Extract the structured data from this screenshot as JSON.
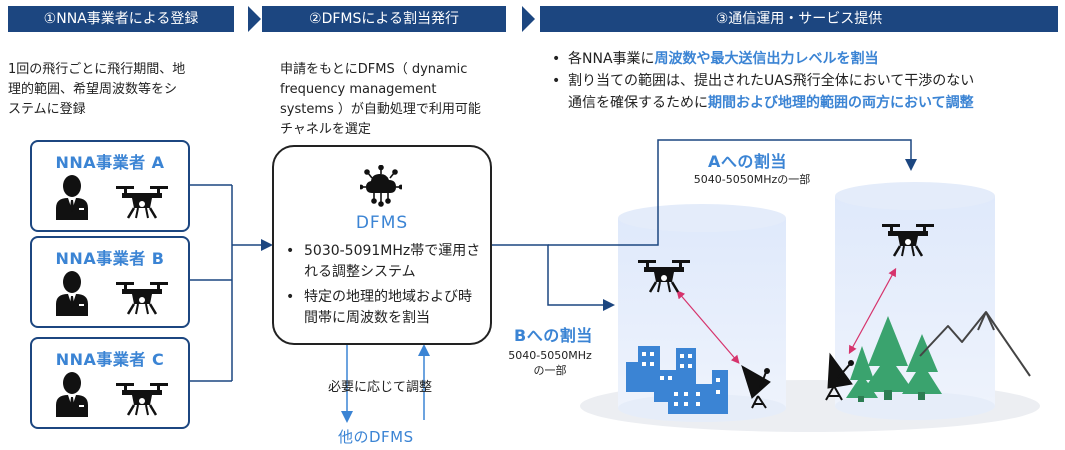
{
  "steps": {
    "step1": "①NNA事業者による登録",
    "step2": "②DFMSによる割当発行",
    "step3": "③通信運用・サービス提供"
  },
  "desc1": [
    "1回の飛行ごとに飛行期間、地",
    "理的範囲、希望周波数等をシ",
    "ステムに登録"
  ],
  "desc2": [
    "申請をもとにDFMS（ dynamic",
    "frequency management",
    "systems ）が自動処理で利用可能",
    "チャネルを選定"
  ],
  "operators": [
    "NNA事業者 A",
    "NNA事業者 B",
    "NNA事業者 C"
  ],
  "dfms": {
    "title": "DFMS",
    "points": [
      "5030-5091MHz帯で運用される調整システム",
      "特定の地理的地域および時間帯に周波数を割当"
    ],
    "coord_label": "必要に応じて調整",
    "other_label": "他のDFMS"
  },
  "service": {
    "bullet1_pre": "各NNA事業に",
    "bullet1_hl": "周波数や最大送信出力レベルを割当",
    "bullet2_line1": "割り当ての範囲は、提出されたUAS飛行全体において干渉のない",
    "bullet2_pre": "通信を確保するために",
    "bullet2_hl": "期間および地理的範囲の両方において調整"
  },
  "alloc_a": {
    "title": "Aへの割当",
    "range": "5040-5050MHzの一部"
  },
  "alloc_b": {
    "title": "Bへの割当",
    "range_line1": "5040-5050MHz",
    "range_line2": "の一部"
  },
  "colors": {
    "navy": "#1c4680",
    "accent": "#3b84d4",
    "link": "#d6336c",
    "tree": "#3aa36e"
  }
}
